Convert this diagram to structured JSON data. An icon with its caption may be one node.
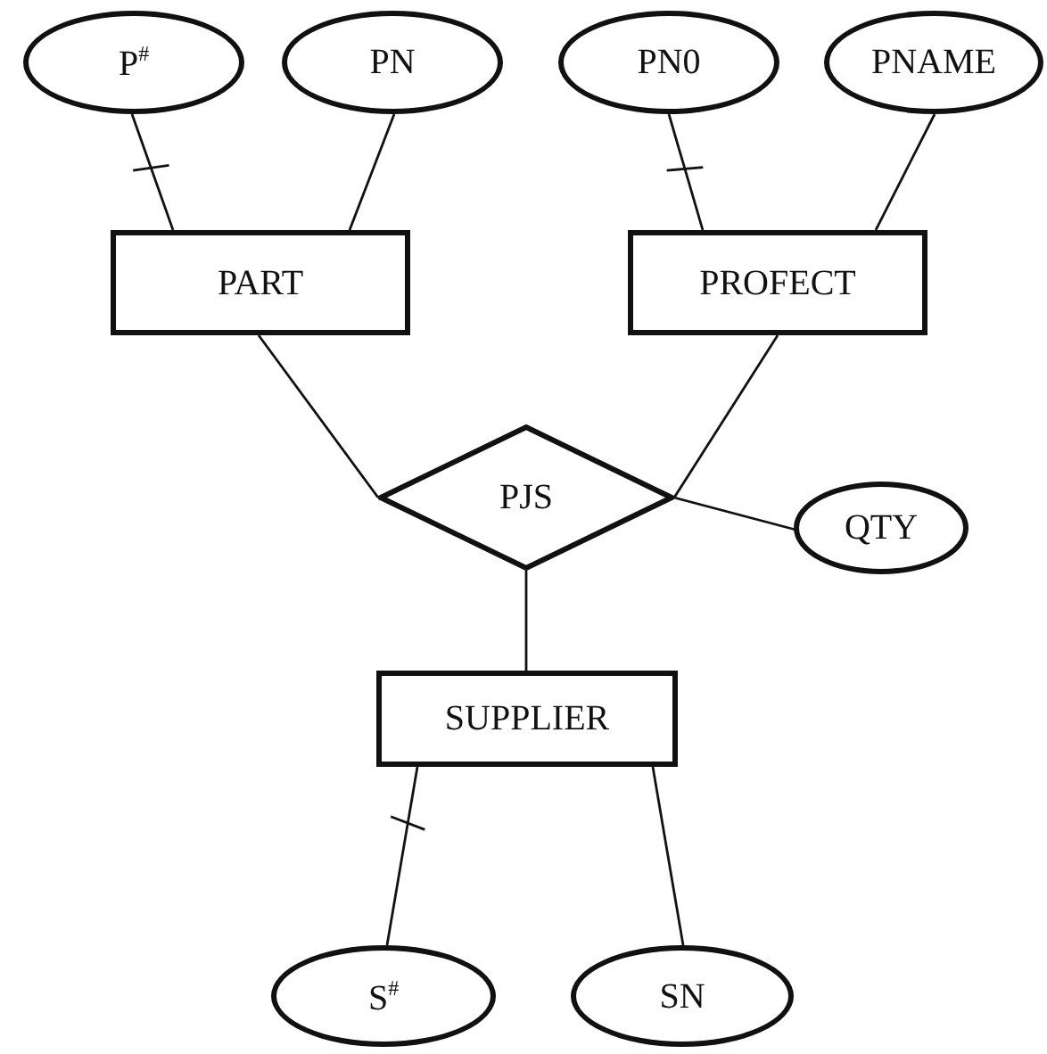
{
  "diagram": {
    "nodes": [
      {
        "text": [
          "P$^{#}$"
        ]
      },
      {
        "text": [
          "PN"
        ]
      },
      {
        "text": [
          "PN0"
        ]
      },
      {
        "text": [
          "PNAME"
        ]
      },
      {
        "text": [
          "PART"
        ]
      },
      {
        "text": [
          "PROFECT"
        ]
      },
      {
        "text": [
          "PJS"
        ]
      },
      {
        "text": [
          "QTY"
        ]
      },
      {
        "text": [
          "SUPPLIER"
        ]
      },
      {
        "text": [
          "S$^{#}$"
        ]
      },
      {
        "text": [
          "SN"
        ]
      }
    ],
    "edges": [
      {
        "from": 0,
        "to": 4,
        "arrow": "other"
      },
      {
        "from": 1,
        "to": 4,
        "arrow": "none"
      },
      {
        "from": 2,
        "to": 5,
        "arrow": "other"
      },
      {
        "from": 3,
        "to": 5,
        "arrow": "none"
      },
      {
        "from": 4,
        "to": 6,
        "arrow": "none"
      },
      {
        "from": 5,
        "to": 6,
        "arrow": "none"
      },
      {
        "from": 6,
        "to": 7,
        "arrow": "none"
      },
      {
        "from": 6,
        "to": 8,
        "arrow": "none"
      },
      {
        "from": 8,
        "to": 9,
        "arrow": "other"
      },
      {
        "from": 8,
        "to": 10,
        "arrow": "none"
      }
    ]
  }
}
